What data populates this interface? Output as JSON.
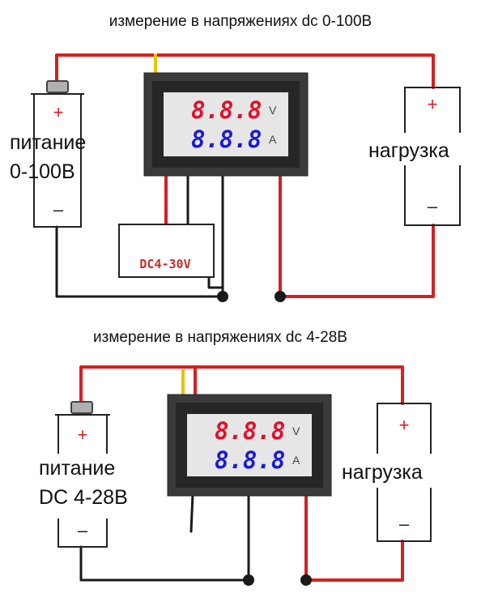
{
  "diagram1": {
    "title": "измерение в напряжениях dc 0-100В",
    "supply_label_line1": "питание",
    "supply_label_line2": "0-100В",
    "load_label": "нагрузка",
    "aux_supply_label": "DC4-30V",
    "meter": {
      "voltage_reading": "8.8.8",
      "voltage_unit": "V",
      "current_reading": "8.8.8",
      "current_unit": "A"
    },
    "plus_sign": "+",
    "minus_sign": "–"
  },
  "diagram2": {
    "title": "измерение в напряжениях dc 4-28В",
    "supply_label_line1": "питание",
    "supply_label_line2": "DC 4-28В",
    "load_label": "нагрузка",
    "meter": {
      "voltage_reading": "8.8.8",
      "voltage_unit": "V",
      "current_reading": "8.8.8",
      "current_unit": "A"
    },
    "plus_sign": "+",
    "minus_sign": "–"
  },
  "colors": {
    "wire_red": "#d42020",
    "wire_black": "#1a1a1a",
    "wire_yellow": "#e8c400",
    "voltage_digits": "#e0102a",
    "current_digits": "#1a1ad8",
    "meter_body": "#3a3a3a",
    "lcd_background": "#e6e6e6"
  }
}
